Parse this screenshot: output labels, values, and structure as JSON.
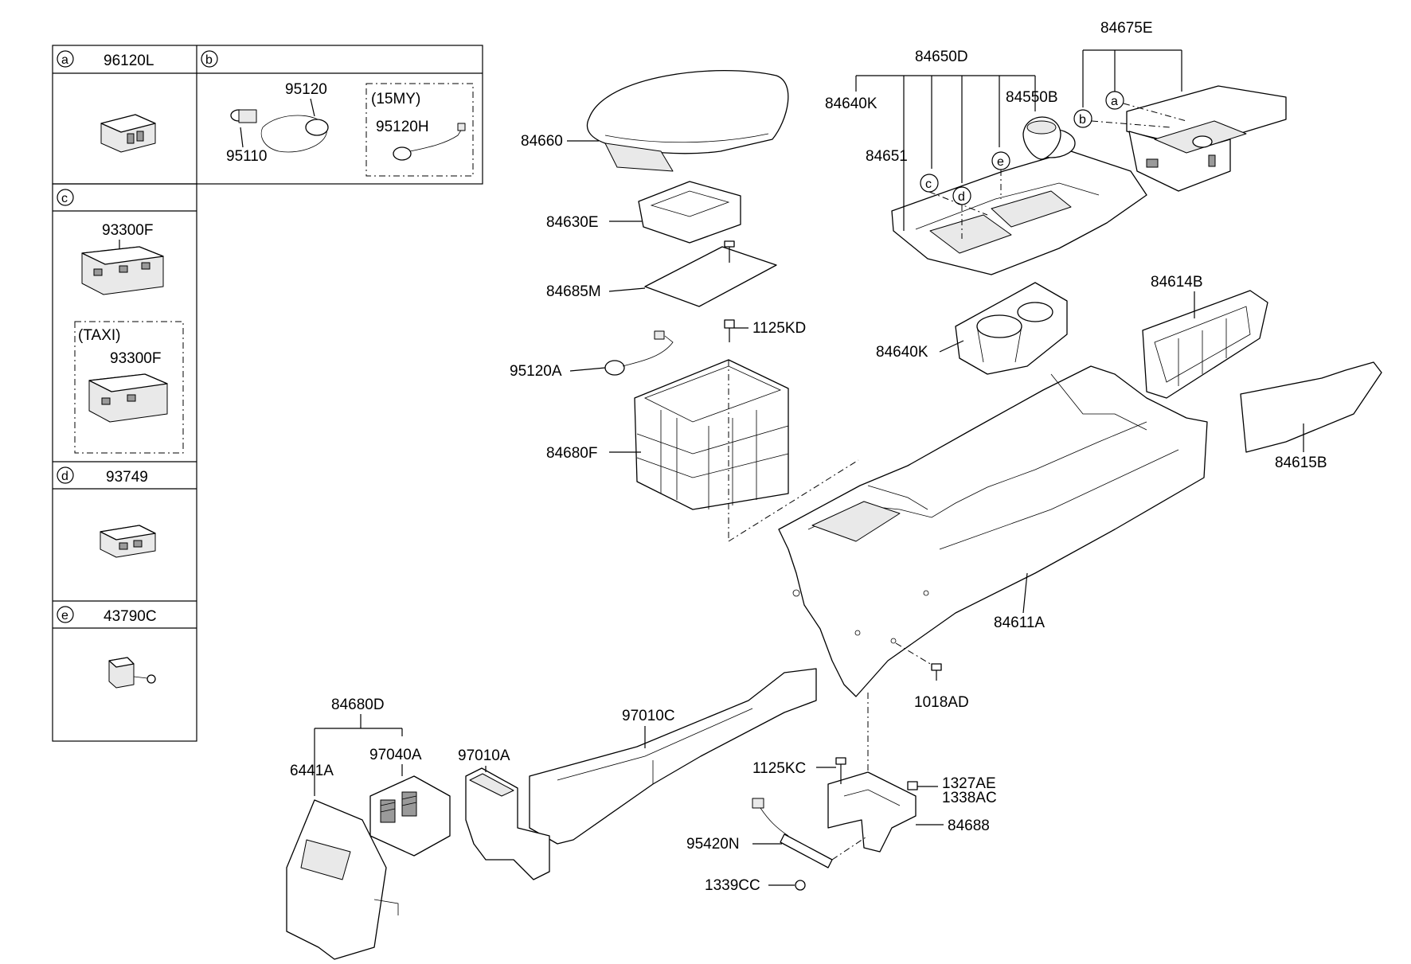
{
  "legend": {
    "a": {
      "letter": "a",
      "part": "96120L"
    },
    "b": {
      "letter": "b",
      "parts": [
        "95120",
        "95110"
      ],
      "variant_label": "(15MY)",
      "variant_part": "95120H"
    },
    "c": {
      "letter": "c",
      "part": "93300F",
      "variant_label": "(TAXI)",
      "variant_part": "93300F"
    },
    "d": {
      "letter": "d",
      "part": "93749"
    },
    "e": {
      "letter": "e",
      "part": "43790C"
    }
  },
  "callouts": {
    "c84660": "84660",
    "c84630E": "84630E",
    "c84685M": "84685M",
    "c1125KD": "1125KD",
    "c95120A": "95120A",
    "c84680F": "84680F",
    "c84650D": "84650D",
    "c84640K_top": "84640K",
    "c84550B": "84550B",
    "c84651": "84651",
    "c84675E": "84675E",
    "c84614B": "84614B",
    "c84640K_cup": "84640K",
    "c84615B": "84615B",
    "c84611A": "84611A",
    "c1018AD": "1018AD",
    "c84680D": "84680D",
    "c6441A": "6441A",
    "c97040A": "97040A",
    "c97010A": "97010A",
    "c97010C": "97010C",
    "c1125KC": "1125KC",
    "c1327AE": "1327AE",
    "c1338AC": "1338AC",
    "c84688": "84688",
    "c95420N": "95420N",
    "c1339CC": "1339CC"
  },
  "markers": {
    "a": "a",
    "b": "b",
    "c": "c",
    "d": "d",
    "e": "e"
  }
}
